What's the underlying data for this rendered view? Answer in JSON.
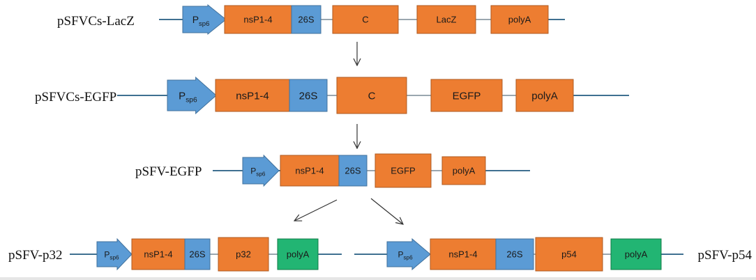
{
  "colors": {
    "backbone": "#3f7091",
    "connector": "#b9b9b9",
    "promoter_fill": "#5b9bd5",
    "promoter_stroke": "#41719c",
    "orange_fill": "#ed7d31",
    "orange_stroke": "#ae5a21",
    "green_fill": "#22b573",
    "green_stroke": "#0f7a45",
    "arrow": "#333333"
  },
  "constructs": [
    {
      "name": "pSFVCs-LacZ",
      "promoter": {
        "main": "P",
        "sub": "sp6"
      },
      "elements": [
        {
          "label": "nsP1-4",
          "color": "orange"
        },
        {
          "label": "26S",
          "color": "blue"
        },
        {
          "label": "C",
          "color": "orange"
        },
        {
          "label": "LacZ",
          "color": "orange"
        },
        {
          "label": "polyA",
          "color": "orange"
        }
      ]
    },
    {
      "name": "pSFVCs-EGFP",
      "promoter": {
        "main": "P",
        "sub": "sp6"
      },
      "elements": [
        {
          "label": "nsP1-4",
          "color": "orange"
        },
        {
          "label": "26S",
          "color": "blue"
        },
        {
          "label": "C",
          "color": "orange"
        },
        {
          "label": "EGFP",
          "color": "orange"
        },
        {
          "label": "polyA",
          "color": "orange"
        }
      ]
    },
    {
      "name": "pSFV-EGFP",
      "promoter": {
        "main": "P",
        "sub": "sp6"
      },
      "elements": [
        {
          "label": "nsP1-4",
          "color": "orange"
        },
        {
          "label": "26S",
          "color": "blue"
        },
        {
          "label": "EGFP",
          "color": "orange"
        },
        {
          "label": "polyA",
          "color": "orange"
        }
      ]
    },
    {
      "name": "pSFV-p32",
      "promoter": {
        "main": "P",
        "sub": "sp6"
      },
      "elements": [
        {
          "label": "nsP1-4",
          "color": "orange"
        },
        {
          "label": "26S",
          "color": "blue"
        },
        {
          "label": "p32",
          "color": "orange"
        },
        {
          "label": "polyA",
          "color": "green"
        }
      ]
    },
    {
      "name": "pSFV-p54",
      "promoter": {
        "main": "P",
        "sub": "sp6"
      },
      "elements": [
        {
          "label": "nsP1-4",
          "color": "orange"
        },
        {
          "label": "26S",
          "color": "blue"
        },
        {
          "label": "p54",
          "color": "orange"
        },
        {
          "label": "polyA",
          "color": "green"
        }
      ]
    }
  ]
}
